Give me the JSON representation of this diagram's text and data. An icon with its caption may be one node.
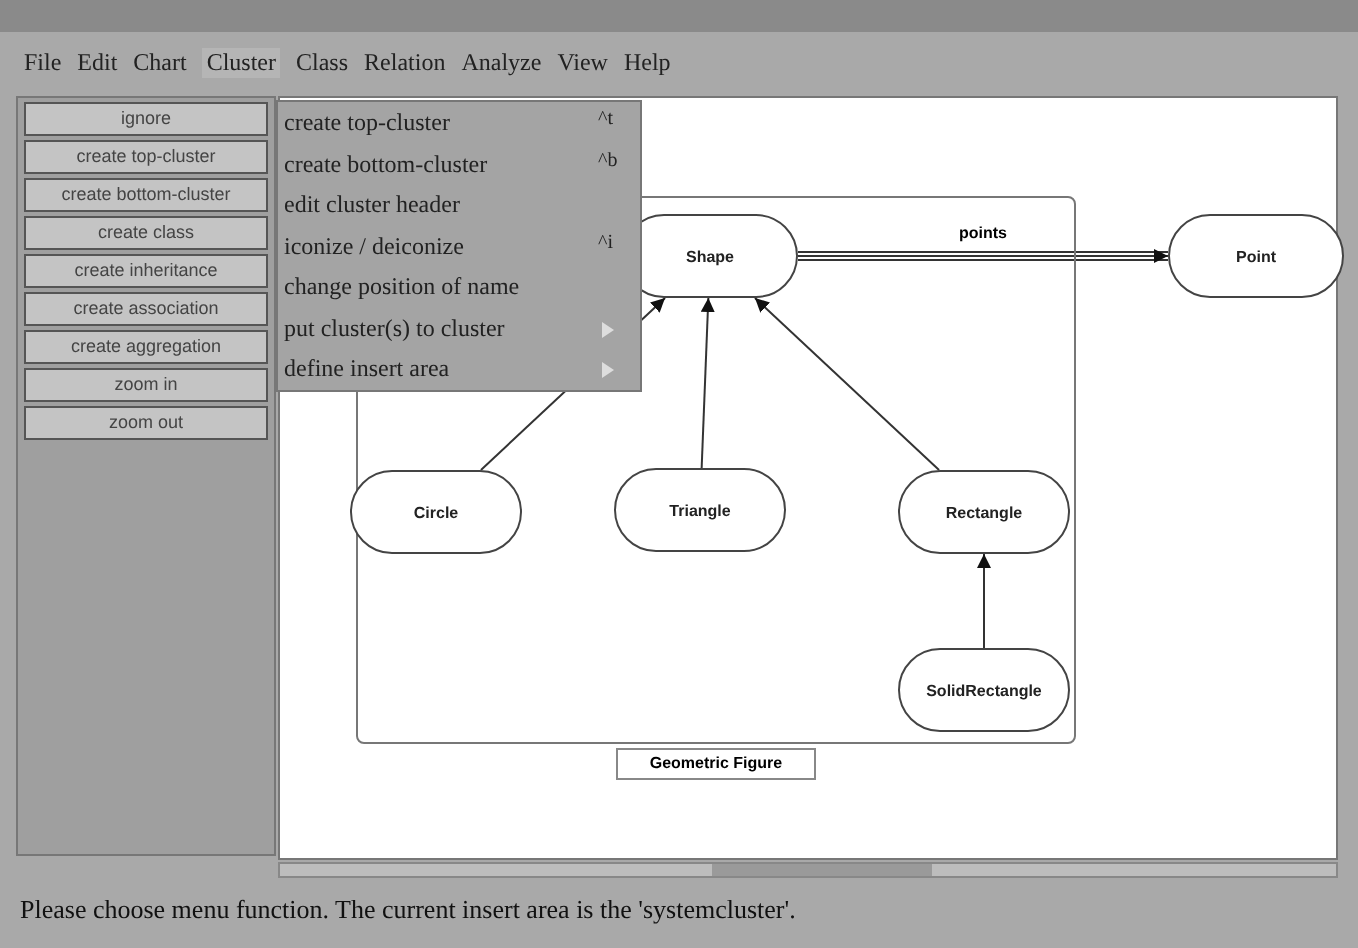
{
  "diagram": {
    "nodes": [
      {
        "text": [
          "Geometric Figure"
        ]
      },
      {
        "text": [
          "Shape"
        ],
        "in": 0
      },
      {
        "text": [
          "Point"
        ]
      },
      {
        "text": [
          "Circle"
        ],
        "in": 0
      },
      {
        "text": [
          "Triangle"
        ],
        "in": 0
      },
      {
        "text": [
          "Rectangle"
        ],
        "in": 0
      },
      {
        "text": [
          "SolidRectangle"
        ],
        "in": 0
      }
    ],
    "edges": [
      {
        "from": 1,
        "to": 2,
        "arrow": "to",
        "label": "points"
      },
      {
        "from": 3,
        "to": 1,
        "arrow": "to"
      },
      {
        "from": 4,
        "to": 1,
        "arrow": "to"
      },
      {
        "from": 5,
        "to": 1,
        "arrow": "to"
      },
      {
        "from": 6,
        "to": 5,
        "arrow": "to"
      }
    ],
    "labels": [
      "File",
      "Edit",
      "Chart",
      "Cluster",
      "Class",
      "Relation",
      "Analyze",
      "View",
      "Help",
      "create top-cluster",
      "^t",
      "create bottom-cluster",
      "^b",
      "edit cluster header",
      "iconize / deiconize",
      "^i",
      "change position of name",
      "put cluster(s) to cluster",
      "define insert area",
      "ignore",
      "create top-cluster",
      "create bottom-cluster",
      "create class",
      "create inheritance",
      "create association",
      "create aggregation",
      "zoom in",
      "zoom out",
      "Please choose menu function. The current insert area is the 'systemcluster'."
    ]
  }
}
